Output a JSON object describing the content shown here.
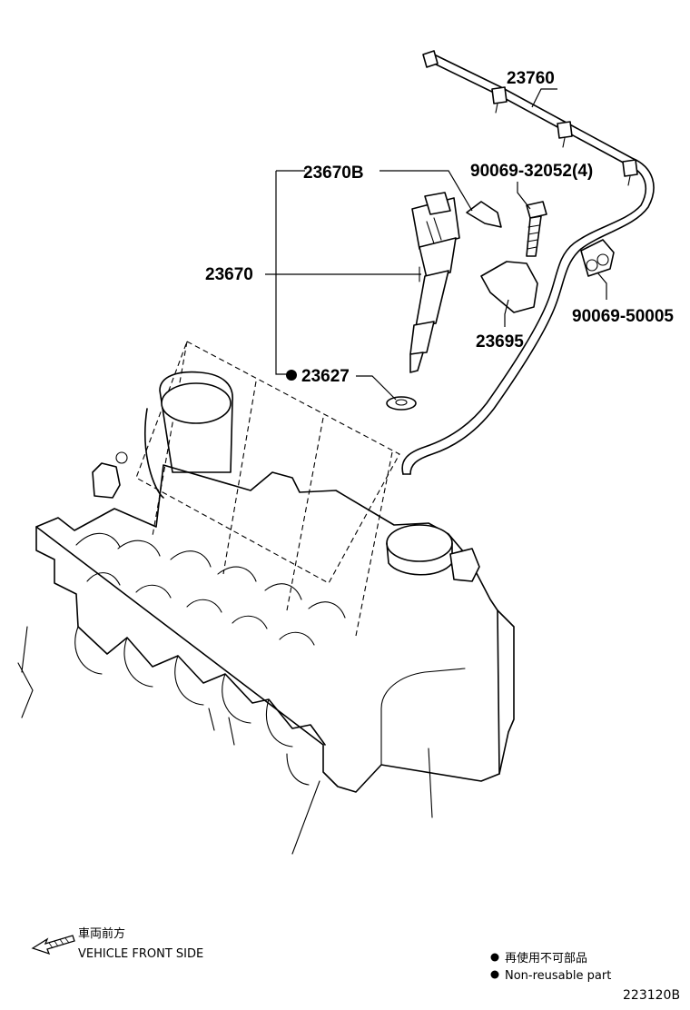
{
  "parts": {
    "rail": "23760",
    "gasket": "23670B",
    "injector": "23670",
    "bolt": "90069-32052(4)",
    "clamp": "23695",
    "cap": "90069-50005",
    "seal": "23627"
  },
  "direction": {
    "jp": "車両前方",
    "en": "VEHICLE FRONT SIDE"
  },
  "legend": {
    "jp": "再使用不可部品",
    "en": "Non-reusable part"
  },
  "diagram_code": "223120B"
}
